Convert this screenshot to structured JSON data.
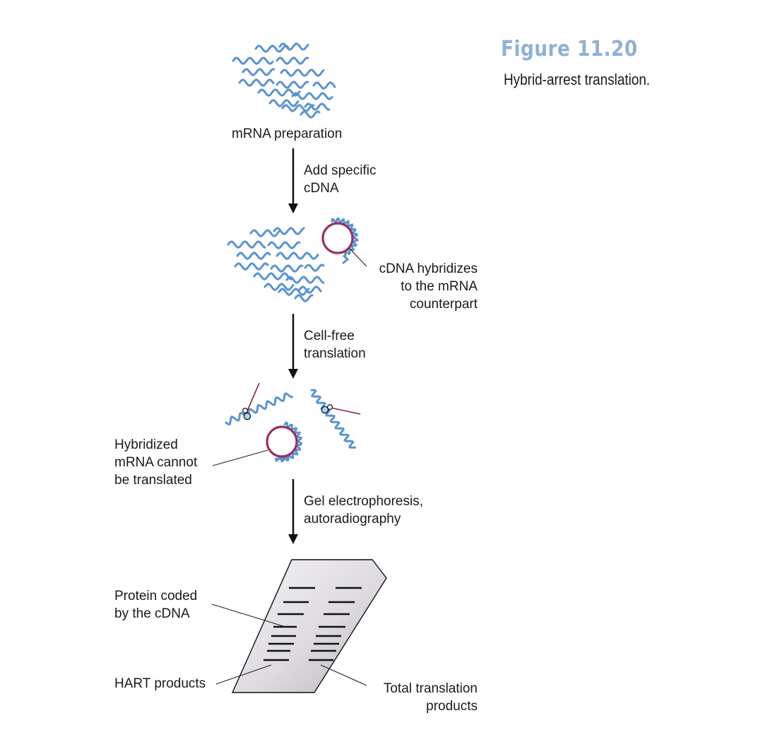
{
  "figure": {
    "title": "Figure 11.20",
    "caption": "Hybrid-arrest translation."
  },
  "stages": {
    "mrna_preparation": "mRNA preparation",
    "cdna_hybridizes": "cDNA hybridizes\nto the mRNA\ncounterpart",
    "hybridized_cannot": "Hybridized\nmRNA cannot\nbe translated"
  },
  "steps": {
    "add_cdna": "Add specific\ncDNA",
    "cell_free": "Cell-free\ntranslation",
    "gel": "Gel electrophoresis,\nautoradiography"
  },
  "gel_labels": {
    "protein_coded": "Protein coded\nby the cDNA",
    "hart_products": "HART products",
    "total_products": "Total translation\nproducts"
  },
  "colors": {
    "mrna": "#5b93cf",
    "cdna_circle": "#9a2f5c",
    "ribosome": "#a9d6ef",
    "polypeptide": "#8a2a4e",
    "title": "#8fb1d4",
    "gel_light": "#f3f1f4",
    "gel_dark": "#b8b4bb"
  }
}
